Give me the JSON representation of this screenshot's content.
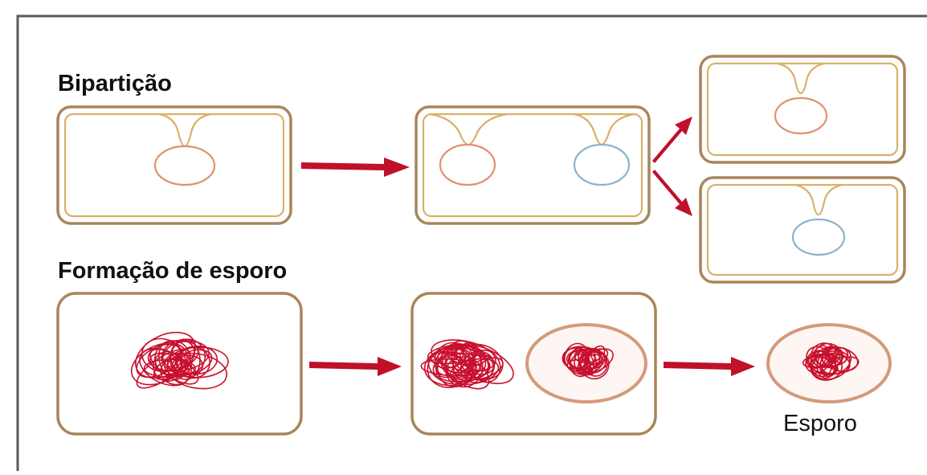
{
  "sections": {
    "binary_fission": {
      "title": "Bipartição"
    },
    "spore_formation": {
      "title": "Formação de esporo"
    }
  },
  "labels": {
    "spore": "Esporo"
  },
  "colors": {
    "cell_wall_outer": "#a8865a",
    "cell_wall_inner": "#d9b06a",
    "nucleoid_orange": "#e09070",
    "nucleoid_blue": "#8ab4cc",
    "dna": "#c8102e",
    "arrow": "#c0102a"
  }
}
